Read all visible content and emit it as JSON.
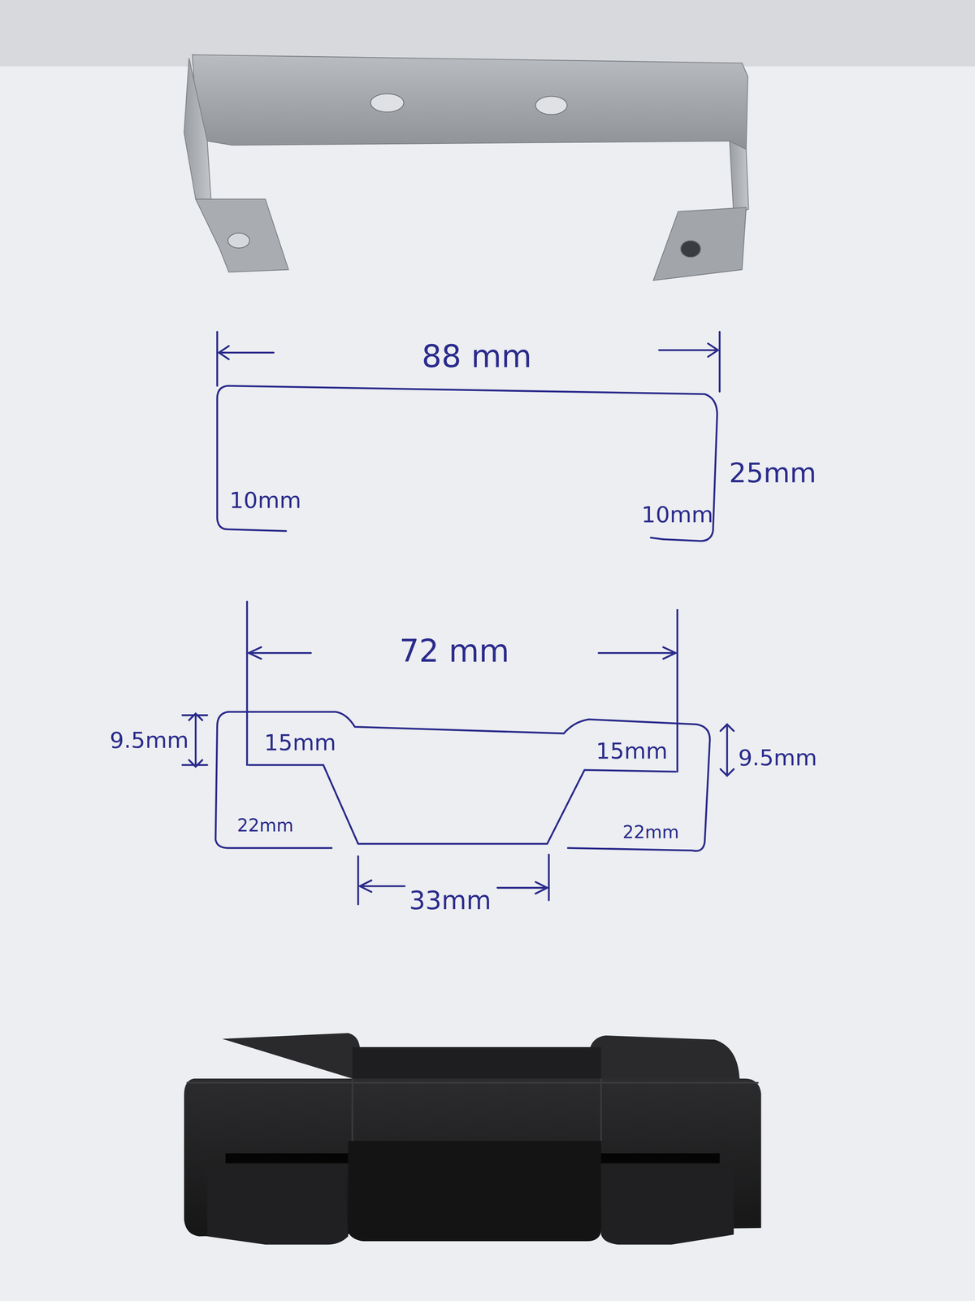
{
  "diagram": {
    "labels": [
      "88 mm",
      "10mm",
      "10mm",
      "25mm",
      "72 mm",
      "9.5mm",
      "15mm",
      "15mm",
      "9.5mm",
      "22mm",
      "22mm",
      "33mm"
    ]
  }
}
